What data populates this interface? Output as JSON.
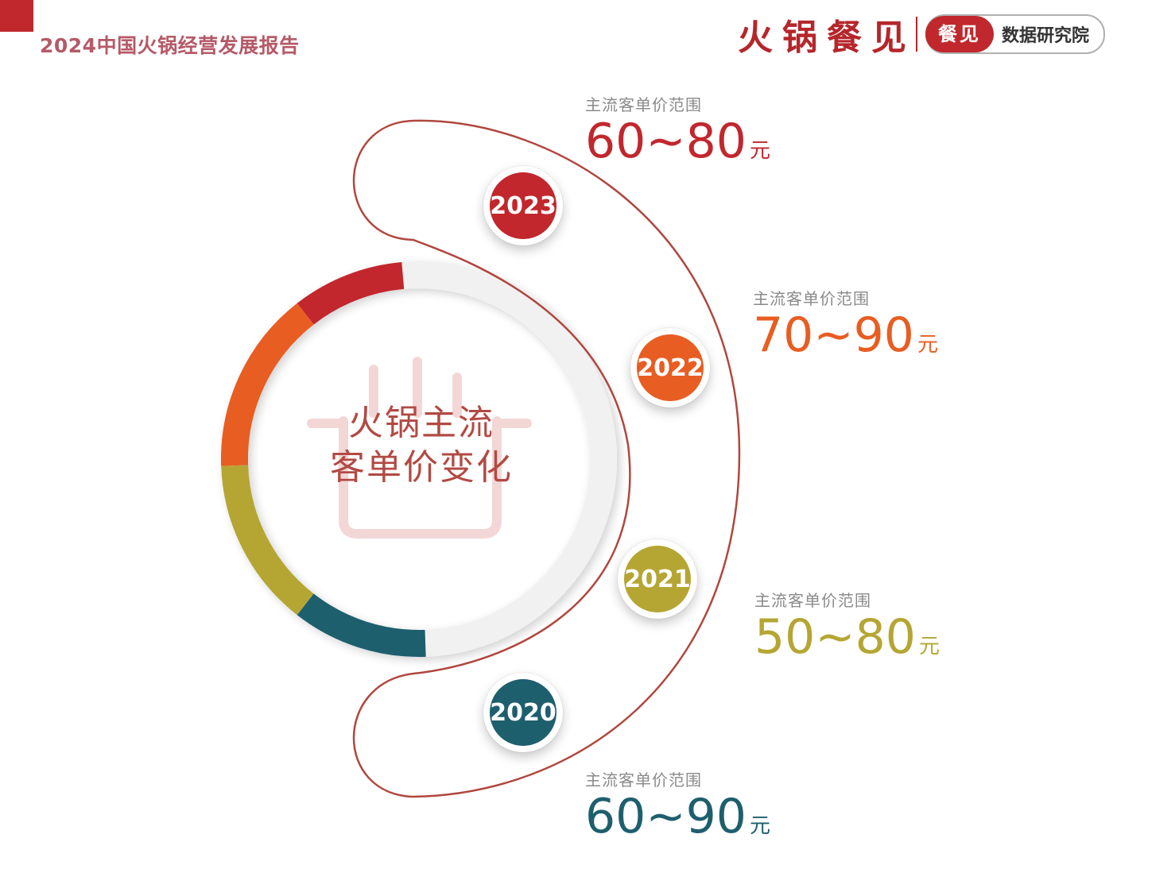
{
  "header": {
    "report_title": "2024中国火锅经营发展报告",
    "brand_name": "火锅餐见",
    "brand_pill_badge": "餐见",
    "brand_pill_text": "数据研究院"
  },
  "center_title_line1": "火锅主流",
  "center_title_line2": "客单价变化",
  "colors": {
    "brand_red": "#c0282d",
    "y2023": "#c1272d",
    "y2022": "#e85d22",
    "y2021": "#b5a634",
    "y2020": "#1e5f6e",
    "timeline_line": "#b0473e"
  },
  "chart_data": {
    "type": "table",
    "title": "火锅主流客单价变化",
    "columns": [
      "year",
      "range_label",
      "min",
      "max",
      "unit"
    ],
    "rows": [
      {
        "year": "2023",
        "range_label": "主流客单价范围",
        "min": 60,
        "max": 80,
        "unit": "元",
        "range_text": "60~80"
      },
      {
        "year": "2022",
        "range_label": "主流客单价范围",
        "min": 70,
        "max": 90,
        "unit": "元",
        "range_text": "70~90"
      },
      {
        "year": "2021",
        "range_label": "主流客单价范围",
        "min": 50,
        "max": 80,
        "unit": "元",
        "range_text": "50~80"
      },
      {
        "year": "2020",
        "range_label": "主流客单价范围",
        "min": 60,
        "max": 90,
        "unit": "元",
        "range_text": "60~90"
      }
    ]
  }
}
